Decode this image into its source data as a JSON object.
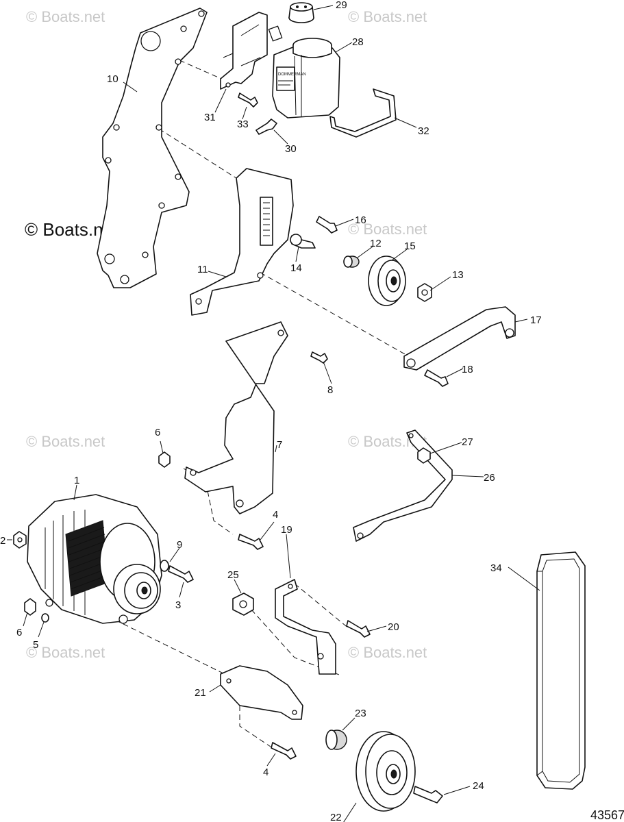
{
  "watermark": "© Boats.net",
  "figure_number": "43567",
  "reservoir_label": "DOMMERMAN",
  "callouts": [
    "1",
    "2",
    "3",
    "4",
    "4",
    "5",
    "6",
    "6",
    "7",
    "8",
    "9",
    "10",
    "11",
    "12",
    "13",
    "14",
    "15",
    "16",
    "17",
    "18",
    "19",
    "20",
    "21",
    "22",
    "23",
    "24",
    "25",
    "26",
    "27",
    "28",
    "29",
    "30",
    "31",
    "32",
    "33",
    "34"
  ]
}
